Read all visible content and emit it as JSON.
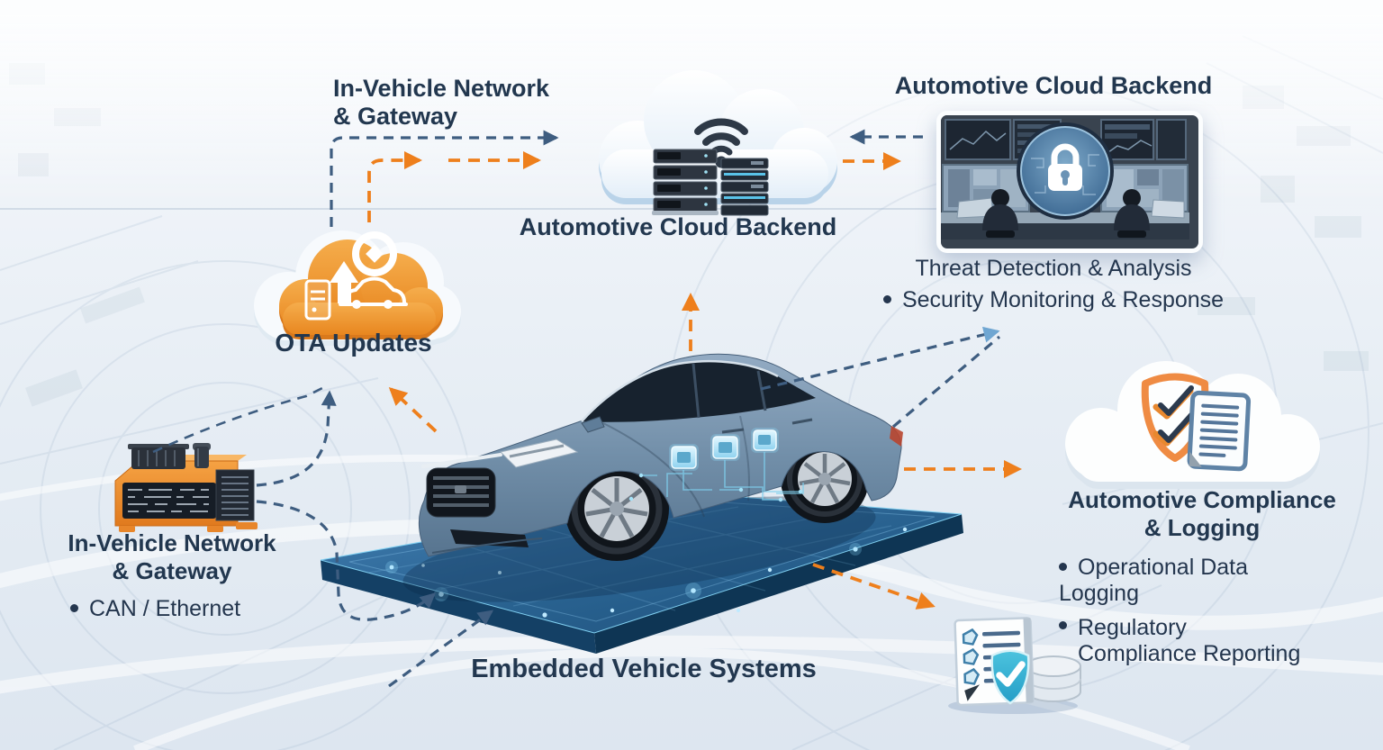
{
  "labels": {
    "top_gateway": {
      "line1": "In-Vehicle Network",
      "line2": "& Gateway"
    },
    "center_cloud": "Automotive Cloud Backend",
    "backend": {
      "title": "Automotive Cloud Backend",
      "item1": "Threat Detection & Analysis",
      "item2": "Security Monitoring & Response"
    },
    "ota": "OTA Updates",
    "gateway": {
      "line1": "In-Vehicle Network",
      "line2": "& Gateway",
      "item1": "CAN / Ethernet"
    },
    "embedded": "Embedded Vehicle Systems",
    "compliance": {
      "line1": "Automotive Compliance",
      "line2": "& Logging",
      "item1": "Operational Data Logging",
      "item2": "Regulatory Compliance Reporting"
    }
  },
  "colors": {
    "navy_text": "#22374f",
    "orange_arrow": "#ee7f1c",
    "steel_blue_arrow": "#3e5d80",
    "light_blue_arrow": "#6fa6d2",
    "ota_cloud_orange": "#f0982e",
    "platform_blue": "#2a6a9c",
    "teal_shield": "#35b4d4"
  },
  "icons": {
    "center_cloud": "cloud-icon",
    "wifi": "wifi-icon",
    "server_stacks": "server-stack-icon",
    "soc_lock": "lock-icon",
    "ota_upload": "upload-arrow-icon",
    "ota_server": "server-tower-icon",
    "ota_car": "car-icon",
    "ota_badge": "coin-badge-icon",
    "compliance_shield": "shield-check-icon",
    "compliance_doc": "document-icon",
    "audit_checklist": "checklist-icon",
    "audit_shield": "shield-check-icon",
    "audit_db": "database-icon"
  }
}
